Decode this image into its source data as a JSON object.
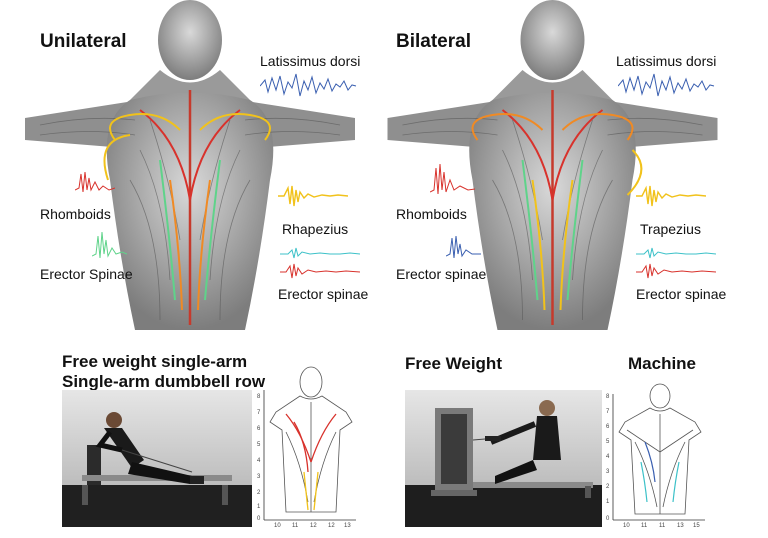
{
  "top_left": {
    "title": "Unilateral",
    "labels": {
      "lat": "Latissimus dorsi",
      "rhomboids": "Rhomboids",
      "trap": "Rhapezius",
      "erector_left": "Erector Spinae",
      "erector_right": "Erector spinae"
    }
  },
  "top_right": {
    "title": "Bilateral",
    "labels": {
      "lat": "Latissimus dorsi",
      "rhomboids": "Rhomboids",
      "trap": "Trapezius",
      "erector_left": "Erector spinae",
      "erector_right": "Erector spinae"
    }
  },
  "bottom_left": {
    "title_line1": "Free weight single-arm",
    "title_line2": "Single-arm dumbbell row",
    "axis_y_ticks": [
      "8",
      "7",
      "6",
      "5",
      "4",
      "3",
      "2",
      "1",
      "0"
    ],
    "axis_x_ticks": [
      "10",
      "11",
      "12",
      "12",
      "13"
    ]
  },
  "bottom_right": {
    "title_free": "Free Weight",
    "title_machine": "Machine",
    "axis_y_ticks": [
      "8",
      "7",
      "6",
      "5",
      "4",
      "3",
      "2",
      "1",
      "0"
    ],
    "axis_x_ticks": [
      "10",
      "11",
      "11",
      "13",
      "15"
    ]
  },
  "colors": {
    "red": "#d8322c",
    "yellow": "#f1c21b",
    "orange": "#f08a24",
    "green": "#5fd38a",
    "teal": "#3cc1c8",
    "blue": "#3a5fb0"
  }
}
